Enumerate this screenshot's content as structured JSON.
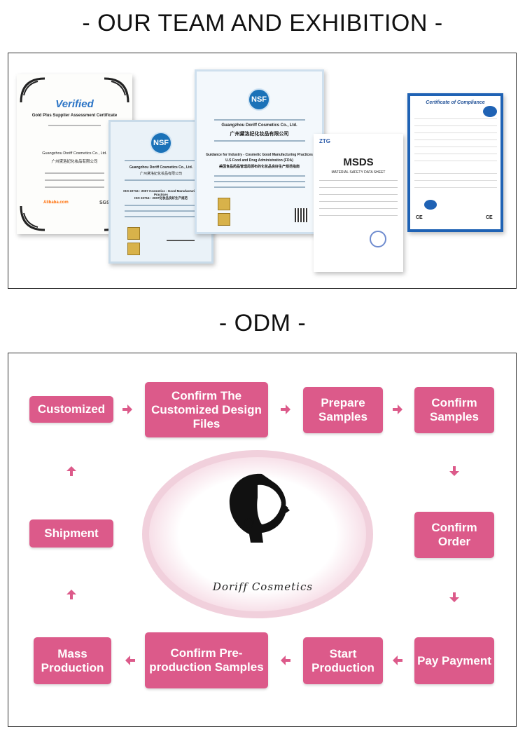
{
  "sections": {
    "team_title": "- OUR TEAM AND EXHIBITION -",
    "odm_title": "- ODM -"
  },
  "certificates": {
    "verified": {
      "brand": "Verified",
      "title": "Gold Plus Supplier Assessment Certificate",
      "company": "Guangzhou Doriff Cosmetics Co., Ltd.",
      "company_cn": "广州黛洛妃化妆品有限公司",
      "footer_brand": "Alibaba.com",
      "footer_sgs": "SGS"
    },
    "nsf1": {
      "badge": "NSF",
      "company": "Guangzhou Doriff Cosmetics Co., Ltd.",
      "company_cn": "广州黛洛妃化妆品有限公司",
      "standard": "ISO 22716 : 2007 Cosmetics - Good Manufacturing Practices",
      "standard_cn": "ISO 22716 : 2007化妆品良好生产规范"
    },
    "nsf2": {
      "badge": "NSF",
      "company": "Guangzhou Doriff Cosmetics Co., Ltd.",
      "company_cn": "广州黛洛妃化妆品有限公司",
      "guidance": "Guidance for Industry - Cosmetic Good Manufacturing Practices",
      "fda": "U.S Food and Drug Administration (FDA)",
      "fda_cn": "美国食品药品管理局颁布的化妆品良好生产规范指南"
    },
    "msds": {
      "logo": "ZTG",
      "title": "MSDS",
      "subtitle": "MATERIAL SAFETY DATA SHEET"
    },
    "compliance": {
      "title": "Certificate of Compliance",
      "mark": "CE"
    }
  },
  "flow": {
    "customized": "Customized",
    "confirm_design": "Confirm The Customized Design Files",
    "prepare_samples": "Prepare Samples",
    "confirm_samples": "Confirm Samples",
    "confirm_order": "Confirm Order",
    "pay_payment": "Pay Payment",
    "start_production": "Start Production",
    "confirm_preproduction": "Confirm Pre-production Samples",
    "mass_production": "Mass Production",
    "shipment": "Shipment"
  },
  "logo": {
    "brand_text": "Doriff Cosmetics"
  },
  "colors": {
    "step_fill": "#dc5a8a",
    "ellipse_ring": "#f2d4df"
  }
}
